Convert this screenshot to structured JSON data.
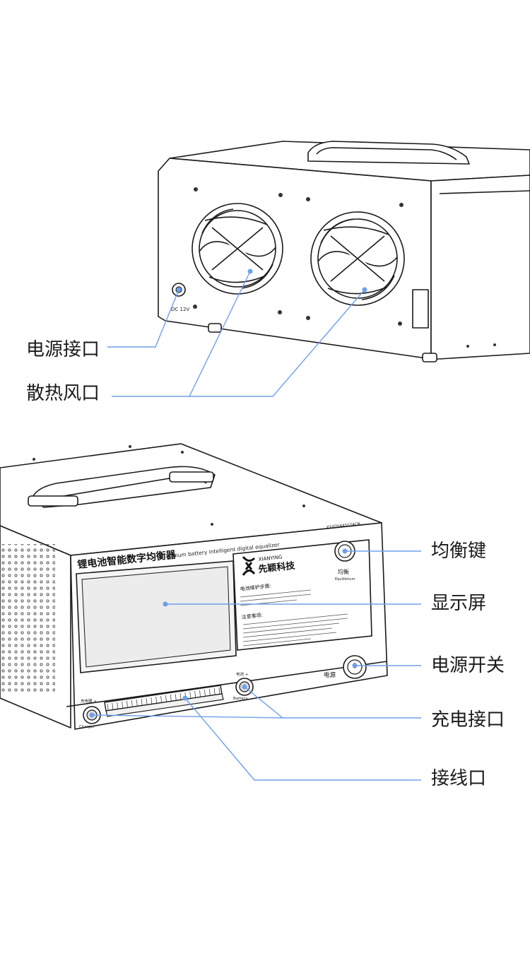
{
  "callouts": {
    "power_port": "电源接口",
    "cooling_vents": "散热风口",
    "balance_key": "均衡键",
    "display": "显示屏",
    "power_switch": "电源开关",
    "charge_port": "充电接口",
    "wiring_port": "接线口"
  },
  "device": {
    "rear_dc_label": "DC 12V",
    "front_title_cn": "锂电池智能数字均衡器",
    "front_title_en": "Lithium battery intelligent digital equalizer",
    "model": "XY-FDY4A5524CN",
    "brand_en": "XIANYING",
    "brand_cn": "先颖科技",
    "panel_section_1": "电池维护步骤:",
    "panel_section_2": "注意事项:",
    "balance_button_cn": "均衡",
    "balance_button_en": "Equilibrium",
    "power_switch_label": "电源",
    "charger_port_label": "充电器 +",
    "charger_port_en": "Charger",
    "battery_port_label": "电池 +",
    "battery_port_en": "Battery"
  },
  "colors": {
    "leader_line": "#6ea0ec",
    "outline": "#1a1a1a",
    "screen": "#eeeeee"
  }
}
